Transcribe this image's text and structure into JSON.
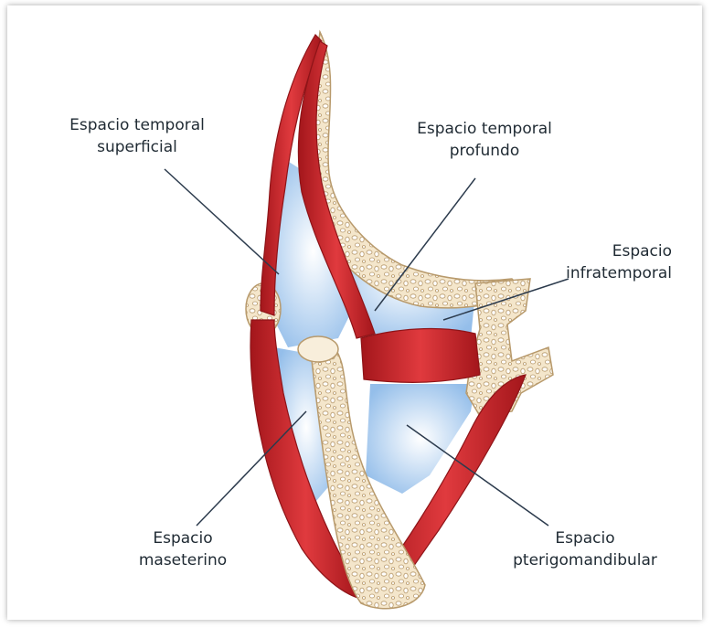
{
  "labels": {
    "temporal_superficial": {
      "line1": "Espacio temporal",
      "line2": "superficial"
    },
    "temporal_profundo": {
      "line1": "Espacio temporal",
      "line2": "profundo"
    },
    "infratemporal": {
      "line1": "Espacio",
      "line2": "infratemporal"
    },
    "maseterino": {
      "line1": "Espacio",
      "line2": "maseterino"
    },
    "pterigomandibular": {
      "line1": "Espacio",
      "line2": "pterigomandibular"
    }
  },
  "colors": {
    "muscle": "#c8262b",
    "muscle_dark": "#8e1418",
    "bone": "#f3e4c8",
    "space_blue": "#a9cdf2",
    "leader_line": "#2c3b4d"
  }
}
